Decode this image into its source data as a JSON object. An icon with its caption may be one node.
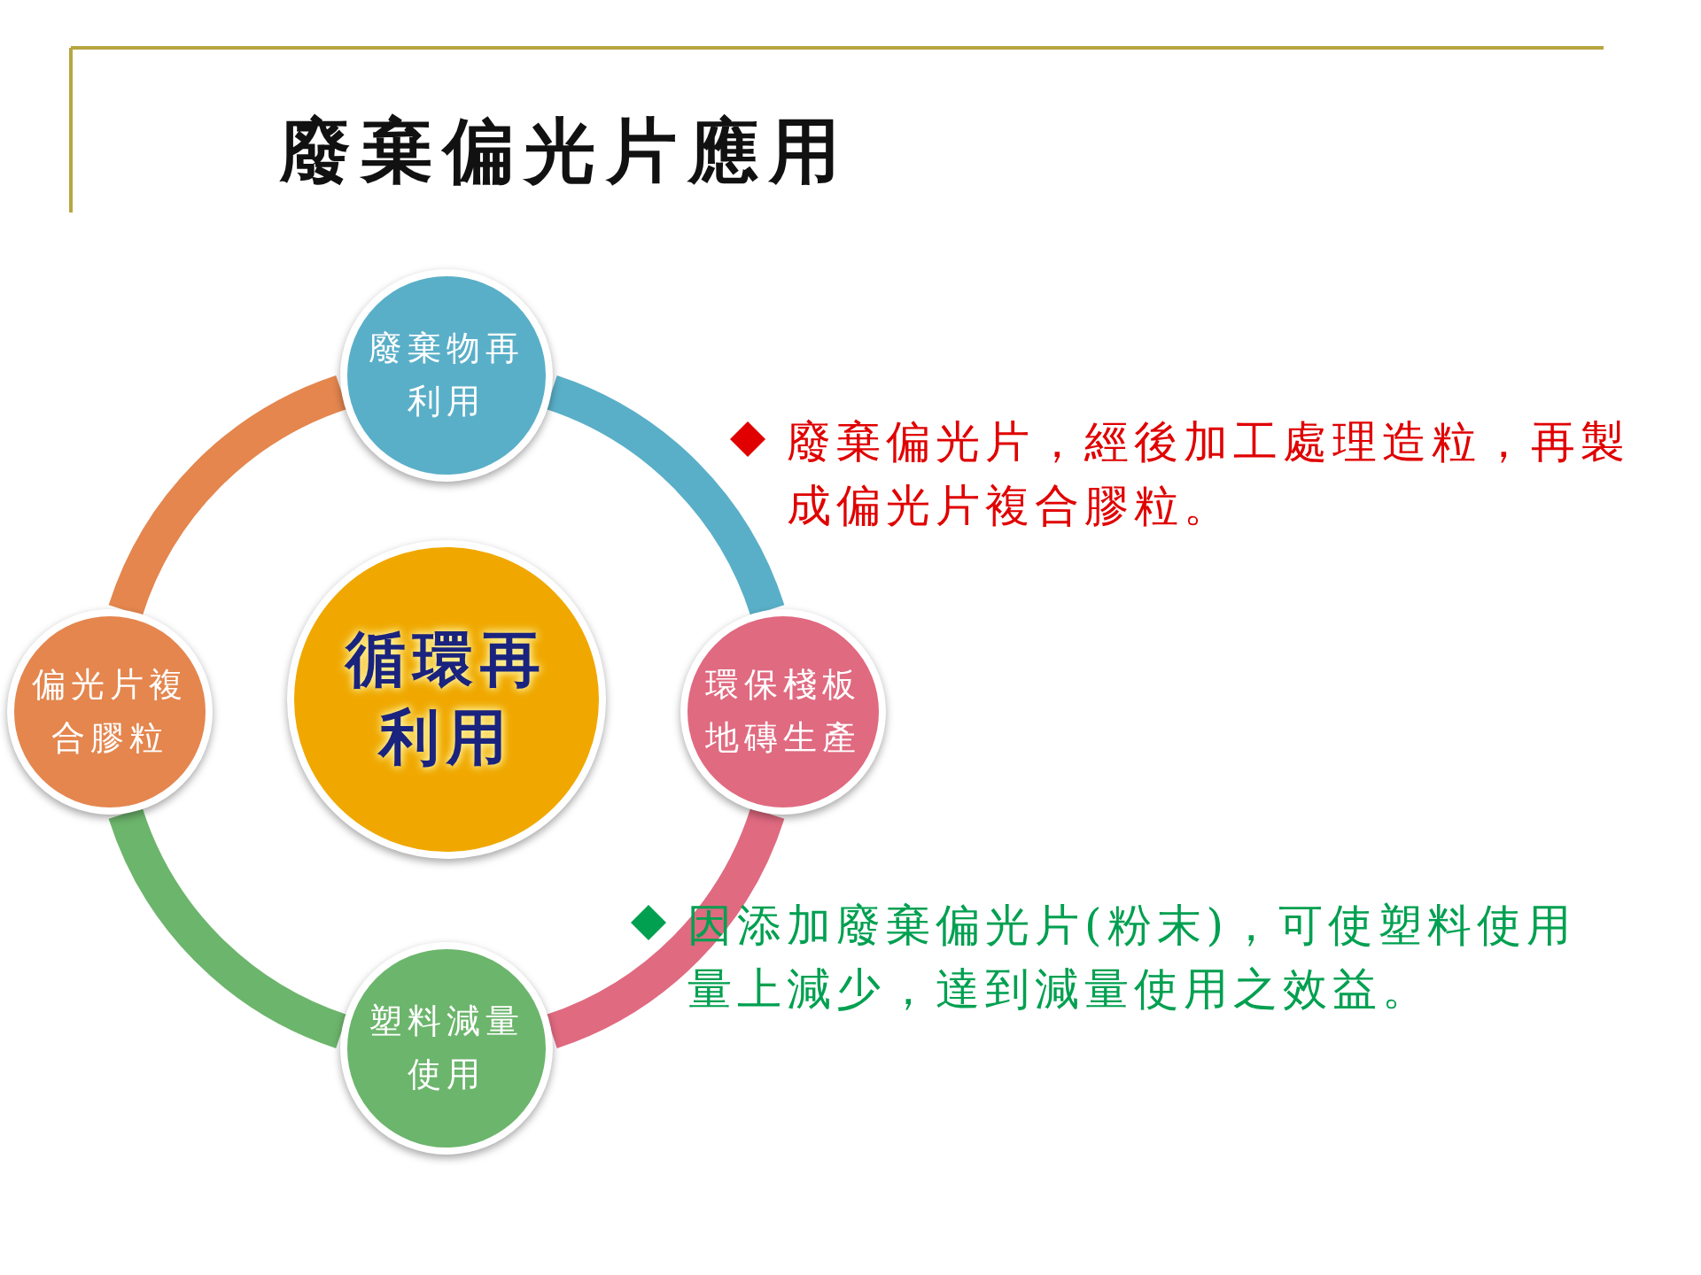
{
  "diagram": {
    "title": "廢棄偏光片應用",
    "nodes": [
      {
        "text": [
          "廢棄物再利用"
        ]
      },
      {
        "text": [
          "環保棧板地磚生產"
        ]
      },
      {
        "text": [
          "塑料減量使用"
        ]
      },
      {
        "text": [
          "偏光片複合膠粒"
        ]
      },
      {
        "text": [
          "循環再利用"
        ]
      }
    ],
    "edges": [
      {
        "from": 0,
        "to": 1,
        "arrow": "none",
        "color": "#5aafc8"
      },
      {
        "from": 1,
        "to": 2,
        "arrow": "none",
        "color": "#e06a80"
      },
      {
        "from": 2,
        "to": 3,
        "arrow": "none",
        "color": "#6cb56c"
      },
      {
        "from": 3,
        "to": 0,
        "arrow": "none",
        "color": "#e4864e"
      }
    ],
    "labels": [
      "廢棄偏光片，經後加工處理造粒，再製成偏光片複合膠粒。",
      "因添加廢棄偏光片(粉末)，可使塑料使用量上減少，達到減量使用之效益。"
    ]
  }
}
